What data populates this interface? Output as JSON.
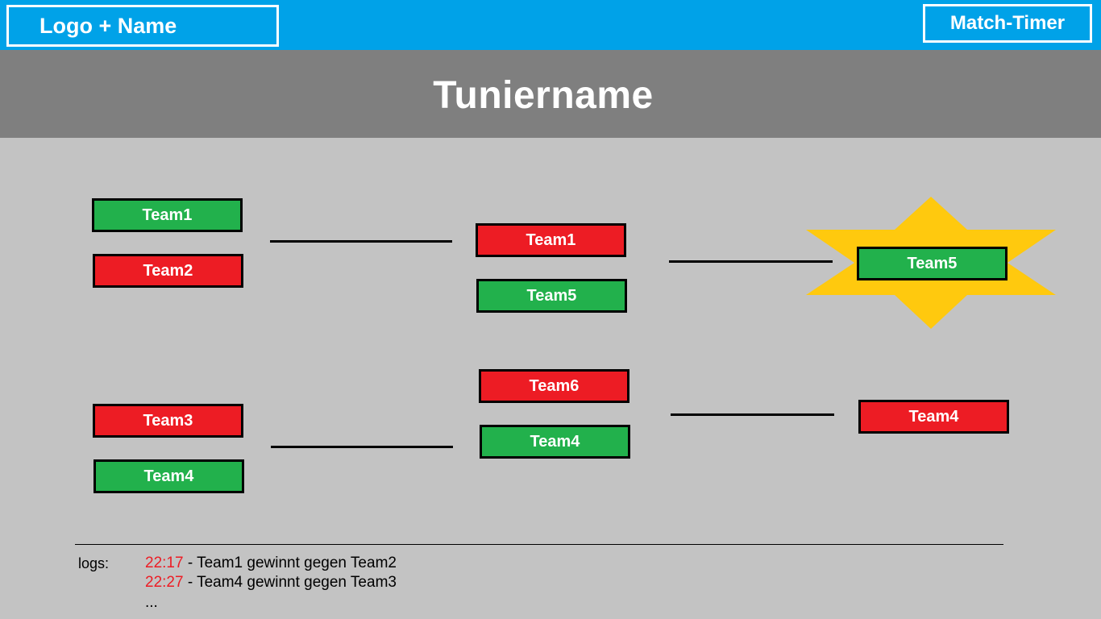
{
  "header": {
    "logo_label": "Logo + Name",
    "timer_label": "Match-Timer"
  },
  "tournament": {
    "title": "Tuniername"
  },
  "bracket": {
    "round1": [
      {
        "team": "Team1",
        "status": "win"
      },
      {
        "team": "Team2",
        "status": "lose"
      },
      {
        "team": "Team3",
        "status": "lose"
      },
      {
        "team": "Team4",
        "status": "win"
      }
    ],
    "round2": [
      {
        "team": "Team1",
        "status": "lose"
      },
      {
        "team": "Team5",
        "status": "win"
      },
      {
        "team": "Team6",
        "status": "lose"
      },
      {
        "team": "Team4",
        "status": "win"
      }
    ],
    "final": [
      {
        "team": "Team5",
        "status": "win",
        "champion": true
      },
      {
        "team": "Team4",
        "status": "lose"
      }
    ]
  },
  "logs": {
    "label": "logs:",
    "entries": [
      {
        "time": "22:17",
        "text": " - Team1 gewinnt gegen Team2"
      },
      {
        "time": "22:27",
        "text": " - Team4 gewinnt gegen Team3"
      }
    ],
    "more": "..."
  },
  "colors": {
    "header_bg": "#00a2e8",
    "title_bg": "#7f7f7f",
    "page_bg": "#c3c3c3",
    "win": "#22b14c",
    "lose": "#ed1c24",
    "star": "#ffc90e",
    "log_time": "#ed1c24"
  },
  "icons": {
    "champion": "star-icon"
  }
}
